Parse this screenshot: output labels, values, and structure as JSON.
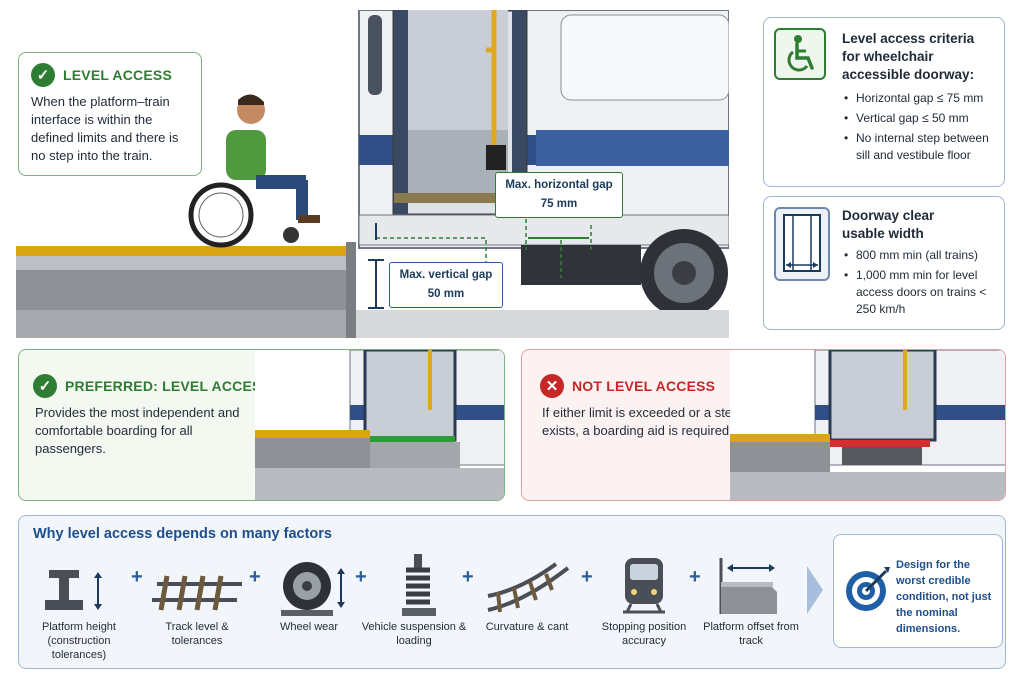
{
  "level_access": {
    "title": "LEVEL ACCESS",
    "text": "When the platform–train interface is within the defined limits and there is no step into the train."
  },
  "measurements": {
    "horizontal_line1": "Max. horizontal gap",
    "horizontal_line2": "75 mm",
    "vertical_line1": "Max. vertical gap",
    "vertical_line2": "50 mm"
  },
  "criteria": {
    "title": "Level access criteria for wheelchair accessible doorway:",
    "items": [
      "Horizontal gap ≤ 75 mm",
      "Vertical gap ≤ 50 mm",
      "No internal step between sill and vestibule floor"
    ]
  },
  "doorway": {
    "title": "Doorway clear usable width",
    "items": [
      "800 mm min (all trains)",
      "1,000 mm min for level access doors on trains < 250 km/h"
    ]
  },
  "preferred": {
    "title": "PREFERRED: LEVEL ACCESS",
    "text": "Provides the most independent and comfortable boarding for all passengers."
  },
  "not_level": {
    "title": "NOT LEVEL ACCESS",
    "text": "If either limit is exceeded or a step exists, a boarding aid is required."
  },
  "factors": {
    "title": "Why level access depends on many factors",
    "items": [
      {
        "label": "Platform height (construction tolerances)",
        "icon": "rail-section-icon"
      },
      {
        "label": "Track level & tolerances",
        "icon": "track-icon"
      },
      {
        "label": "Wheel wear",
        "icon": "wheel-icon"
      },
      {
        "label": "Vehicle suspension & loading",
        "icon": "spring-icon"
      },
      {
        "label": "Curvature & cant",
        "icon": "curved-track-icon"
      },
      {
        "label": "Stopping position accuracy",
        "icon": "train-front-icon"
      },
      {
        "label": "Platform offset from track",
        "icon": "offset-icon"
      }
    ],
    "plus_symbol": "+",
    "conclusion": "Design for the worst credible condition, not just the nominal dimensions."
  },
  "colors": {
    "green": "#2e7d32",
    "red": "#c62828",
    "blue": "#2b5d9b",
    "tactile": "#d9a514"
  }
}
